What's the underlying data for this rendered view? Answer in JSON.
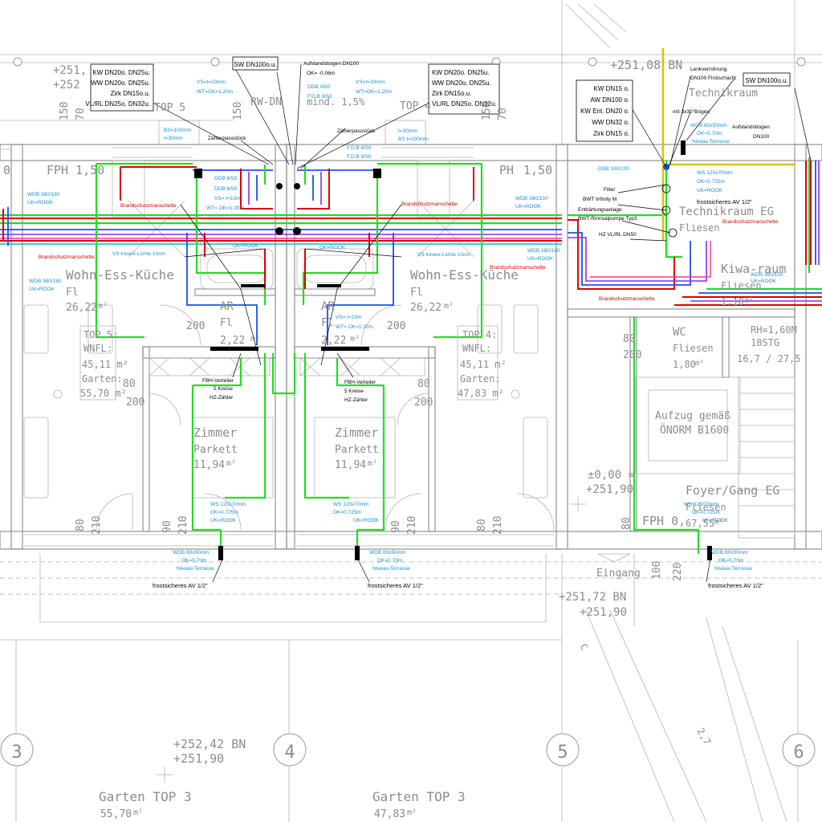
{
  "colors": {
    "wall": "#9a9a9a",
    "heating": "#22dd22",
    "hot_water": "#e00000",
    "cold_water": "#1e4ef0",
    "circulation": "#8a2be2",
    "annotation_blue": "#1a8fd0",
    "fire_collar_red": "#d00000"
  },
  "axes": [
    "3",
    "4",
    "5",
    "6"
  ],
  "rooms": [
    {
      "name": "Wohn-Ess-Küche",
      "floor": "Fl",
      "area": "26,22",
      "unit": "m²"
    },
    {
      "name": "Wohn-Ess-Küche",
      "floor": "Fl",
      "area": "26,22",
      "unit": "m²"
    },
    {
      "name": "AR",
      "floor": "Fl",
      "area": "2,22",
      "unit": "m²"
    },
    {
      "name": "AR",
      "floor": "Fl",
      "area": "2,22",
      "unit": "m²"
    },
    {
      "name": "Zimmer",
      "floor": "Parkett",
      "area": "11,94",
      "unit": "m²"
    },
    {
      "name": "Zimmer",
      "floor": "Parkett",
      "area": "11,94",
      "unit": "m²"
    },
    {
      "name": "Technikraum",
      "floor": "",
      "area": "",
      "unit": ""
    },
    {
      "name": "Technikraum EG",
      "floor": "Fliesen",
      "area": "",
      "unit": ""
    },
    {
      "name": "Kiwa-raum",
      "floor": "Fliesen",
      "area": "1,10",
      "unit": "m²"
    },
    {
      "name": "WC",
      "floor": "Fliesen",
      "area": "1,80",
      "unit": "m²"
    },
    {
      "name": "Foyer/Gang EG",
      "floor": "Fliesen",
      "area": "67,55",
      "unit": "m²"
    }
  ],
  "tops": [
    {
      "title": "TOP 5:",
      "wnfl_label": "WNFL:",
      "wnfl": "45,11 m²",
      "garden_label": "Garten:",
      "garden": "55,70 m²"
    },
    {
      "title": "TOP 4:",
      "wnfl_label": "WNFL:",
      "wnfl": "45,11 m²",
      "garden_label": "Garten:",
      "garden": "47,83 m²"
    }
  ],
  "gardens": [
    {
      "name": "Garten TOP 3",
      "area": "55,70",
      "unit": "m²"
    },
    {
      "name": "Garten TOP 3",
      "area": "47,83",
      "unit": "m²"
    }
  ],
  "levels": {
    "top_left_1": "+251,",
    "top_left_2": "+252",
    "top_mid": "+251,08 BN",
    "zero_1": "±0,00 =",
    "zero_2": "+251,90",
    "entrance_1": "+251,72 BN",
    "entrance_2": "+251,90",
    "garden_1": "+252,42 BN",
    "garden_2": "+251,90"
  },
  "labels": {
    "top5": "TOP 5",
    "top4": "TOP 4",
    "rwd": "RW-DN",
    "mind": "mind. 1,5%",
    "fph_left": "FPH 1,50",
    "fph_right": "1,50",
    "fph_foyer": "FPH 0,",
    "eingang": "Eingang",
    "aufzug_1": "Aufzug gemäß",
    "aufzug_2": "ÖNORM B1600",
    "rh": "RH=1,60M",
    "bstg": "18STG",
    "stairs_dim": "16,7 / 27,5",
    "door_80": "80",
    "door_200": "200",
    "door_90": "90",
    "door_210": "210",
    "dim_150": "150",
    "dim_70": "70",
    "dim_100": "100",
    "dim_220": "220",
    "dim_27": "27",
    "dim_c": "C",
    "dim_2x": "2,7"
  },
  "riser_boxes": [
    {
      "lines": [
        "KW DN20o. DN25u.",
        "WW DN20o. DN25u.",
        "Zirk DN15o.u.",
        "VL/RL DN25o. DN32u."
      ]
    },
    {
      "lines": [
        "KW DN20o. DN25u.",
        "WW DN20o. DN25u.",
        "Zirk DN15o.u.",
        "VL/RL DN25o. DN32u."
      ]
    },
    {
      "lines": [
        "KW DN15 o.",
        "AW DN100 o.",
        "KW Ent. DN20 o.",
        "WW DN32 o.",
        "Zirk DN15 o."
      ]
    }
  ],
  "notes_black": {
    "sw1": "SW DN100o.u.",
    "sw2": "SW DN100o.u.",
    "aufst1": "Aufstandsbogen DN100",
    "aufst2": "OK= -0.06m",
    "zaehler1": "Zählerpassstück",
    "zaehler2": "Zählerpassstück",
    "fbh1": "FBH-Verteiler",
    "fbh2": "5 Kreise",
    "fbh3": "HZ-Zähler",
    "fbh4": "FBH-Verteiler",
    "fbh5": "5 Kreise",
    "fbh6": "HZ-Zähler",
    "frost1": "frostsicheres AV 1/2\"",
    "frost2": "frostsicheres AV 1/2\"",
    "frost3": "frostsicheres AV 1/2\"",
    "frost4": "frostsicheres AV 1/2\"",
    "lueft1": "Lenkverrohrung",
    "lueft2": "DN100 Firstschacht",
    "bogen": "mit 3x30°Bogen",
    "aufst3": "Aufstandsbogen",
    "aufst4": "DN100",
    "filter": "Filter",
    "bwt": "BWT Infinity M",
    "enth": "Enthärtungsanlage",
    "bwt2": "BWT-Rinnsalpumpe Typ3",
    "hz": "HZ VL/RL DN50",
    "ddb_tech": "DDB 180/100"
  },
  "notes_blue": {
    "vs1": "VS=t=20mm",
    "vs2": "WT=OK=1.20m",
    "bs1": "BS=100mm",
    "bs2": "t=30mm",
    "ddb1": "DDB 0/60",
    "ddb2": "F.D.B 8/50",
    "vs3": "VS=t=20mm",
    "vs4": "WT=OK=1.20m",
    "bs3": "t=30mm",
    "bs4": "BS t=100mm",
    "ddb3": "F.D.B 8/50",
    "ddb4": "F.D.B 8/50",
    "wdb1": "WDB 360/160",
    "wdb2": "UK=ROOK",
    "wdb3": "WDB 380/150",
    "wdb4": "UK=ROOK",
    "wdb5": "WDB 380/160",
    "wdb6": "UK=ROOK",
    "wdb7": "WDB 380/160",
    "wdb8": "UK=ROOK",
    "vsi1": "VS Innere Lichte 10cm",
    "vsi2": "VS Innere Lichte 10cm",
    "ddb5": "DDB 8/50",
    "ddb6": "DDB 8/50",
    "vs5": "VS= t=10m",
    "vs6": "WT= OK=1.20m",
    "ok1": "OK=ROOK",
    "ok2": "OK=ROOK",
    "vs7": "VS= t=10m",
    "vs8": "WT= OK=1.20m",
    "ws1": "WS 120x70mm",
    "ws2": "OK=0.725m",
    "ws3": "UK=ROOK",
    "ws4": "WS 120x70mm",
    "ws5": "OK=0.725m",
    "ws6": "UK=ROOK",
    "ws7": "WS 120x70mm",
    "ws8": "OK=0.725m",
    "ws9": "UK=ROOK",
    "wdbs1": "WDB 60x50mm",
    "wdbs2": "OK=0.70m",
    "wdbs3": "Niveau Terrasse",
    "wdbs4": "WDB 60x50mm",
    "wdbs5": "OK=0.70m",
    "wdbs6": "Niveau Terrasse",
    "wdbs7": "WDB 60x50mm",
    "wdbs8": "OK=0.70m",
    "wdbs9": "Niveau Terrasse",
    "wdbt1": "WDB 60x50mm",
    "wdbt2": "OK=0.70m",
    "wdbt3": "Niveau Terrasse",
    "ws10": "WS 120/70mm",
    "ws11": "OK=0.725m",
    "ws12": "UK=ROOK"
  },
  "notes_red": {
    "b1": "Brandschutzmanschette",
    "b2": "Brandschutzmanschette",
    "b3": "Brandschutzmanschette",
    "b4": "Brandschutzmanschette",
    "b5": "Brandschutzmanschette",
    "b6": "Brandschutzmanschette"
  }
}
